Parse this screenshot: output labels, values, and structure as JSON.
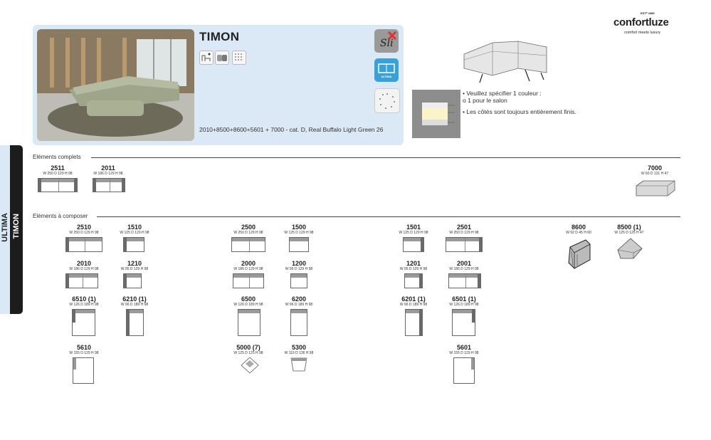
{
  "header": {
    "title": "TIMON",
    "combo_text": "2010+8500+8600+5601 + 7000 - cat. D, Real Buffalo Light Green 26",
    "feature_icons": [
      "adjustable-headrest-icon",
      "cushion-icon",
      "fabric-texture-icon"
    ],
    "badges": [
      "slim-badge-icon",
      "ultima-badge-icon",
      "dots-badge-icon"
    ],
    "badge_ultima_text": "ULTIMA"
  },
  "logo": {
    "estd": "ESTᴰ 1985",
    "name": "confortluze",
    "tagline": "comfort meets luxury"
  },
  "notes": {
    "line1": "• Veuillez spécifier 1 couleur :",
    "line2": "o 1 pour le salon",
    "line3": "• Les côtés sont toujours entièrement finis."
  },
  "side_tab": {
    "label1": "TIMON",
    "label2": "ULTIMA"
  },
  "sections": {
    "complete": "Eléments complets",
    "compose": "Eléments à composer"
  },
  "complete_items": [
    {
      "code": "2511",
      "dims": "W 250 D 129 H 98"
    },
    {
      "code": "2011",
      "dims": "W 186 D 129 H 98"
    },
    {
      "code": "7000",
      "dims": "W 60 D 131 H 47"
    }
  ],
  "compose_items": [
    {
      "code": "2510",
      "dims": "W 250 D 129 H 98"
    },
    {
      "code": "1510",
      "dims": "W 125 D 129 H 98"
    },
    {
      "code": "2010",
      "dims": "W 186 D 129 H 98"
    },
    {
      "code": "1210",
      "dims": "W 95 D 129 H 98"
    },
    {
      "code": "6510 (1)",
      "dims": "W 126 D 189 H 98"
    },
    {
      "code": "6210 (1)",
      "dims": "W 96 D 189 H 98"
    },
    {
      "code": "5610",
      "dims": "W 155 D 129 H 98"
    },
    {
      "code": "2500",
      "dims": "W 250 D 129 H 98"
    },
    {
      "code": "1500",
      "dims": "W 125 D 129 H 98"
    },
    {
      "code": "2000",
      "dims": "W 186 D 129 H 98"
    },
    {
      "code": "1200",
      "dims": "W 95 D 129 H 98"
    },
    {
      "code": "6500",
      "dims": "W 126 D 189 H 98"
    },
    {
      "code": "6200",
      "dims": "W 96 D 189 H 98"
    },
    {
      "code": "5000 (7)",
      "dims": "W 125 D 125 H 98"
    },
    {
      "code": "5300",
      "dims": "W 119 D 136 H 98"
    },
    {
      "code": "1501",
      "dims": "W 125 D 129 H 98"
    },
    {
      "code": "2501",
      "dims": "W 250 D 129 H 98"
    },
    {
      "code": "1201",
      "dims": "W 95 D 129 H 98"
    },
    {
      "code": "2001",
      "dims": "W 186 D 129 H 98"
    },
    {
      "code": "6201 (1)",
      "dims": "W 96 D 189 H 98"
    },
    {
      "code": "6501 (1)",
      "dims": "W 126 D 189 H 98"
    },
    {
      "code": "5601",
      "dims": "W 155 D 129 H 98"
    },
    {
      "code": "8600",
      "dims": "W 92 D 45 H 60"
    },
    {
      "code": "8500 (1)",
      "dims": "W 125 D 125 H 47"
    }
  ]
}
